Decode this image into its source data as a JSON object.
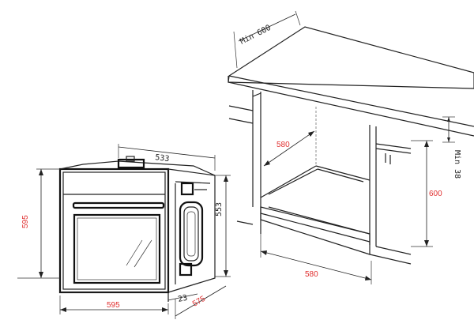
{
  "oven": {
    "depth_top": "533",
    "height_front": "595",
    "width_front": "595",
    "height_side": "553",
    "door_thickness": "23",
    "depth_body": "575"
  },
  "cabinet": {
    "min_depth_label": "Min 600",
    "min_gap_label": "Min 38",
    "niche_depth": "580",
    "niche_height": "600",
    "niche_width": "580"
  },
  "colors": {
    "dimension_text_red": "#e03030",
    "line": "#222222"
  }
}
